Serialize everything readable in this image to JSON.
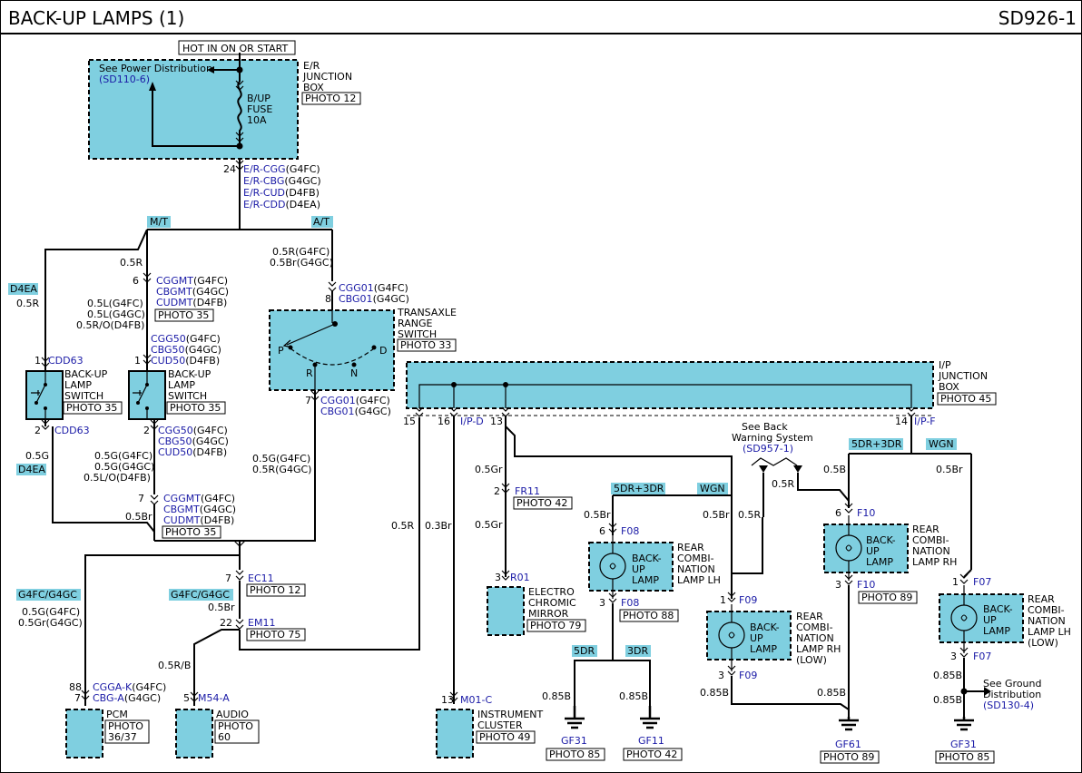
{
  "title": "BACK-UP LAMPS (1)",
  "code": "SD926-1",
  "er_box": {
    "hot_label": "HOT IN ON OR START",
    "see_power": "See Power Distribution",
    "see_power_ref": "(SD110-6)",
    "name": [
      "E/R",
      "JUNCTION",
      "BOX"
    ],
    "photo": "PHOTO 12",
    "fuse": [
      "B/UP",
      "FUSE",
      "10A"
    ],
    "pin": "24",
    "connectors": [
      {
        "code": "E/R-CGG",
        "var": "(G4FC)"
      },
      {
        "code": "E/R-CBG",
        "var": "(G4GC)"
      },
      {
        "code": "E/R-CUD",
        "var": "(D4FB)"
      },
      {
        "code": "E/R-CDD",
        "var": "(D4EA)"
      }
    ]
  },
  "tags": {
    "mt": "M/T",
    "at": "A/T",
    "d4ea": "D4EA",
    "d4ea2": "D4EA",
    "g4fc_g4gc": "G4FC/G4GC",
    "g4fc_g4gc2": "G4FC/G4GC",
    "dr5_3dr": "5DR+3DR",
    "wgn": "WGN",
    "dr5_3dr_2": "5DR+3DR",
    "wgn2": "WGN",
    "dr5": "5DR",
    "dr3": "3DR"
  },
  "wires": {
    "r05_a": "0.5R",
    "r05_b": "0.5R",
    "r05_at": "0.5R(G4FC)",
    "br05_at": "0.5Br(G4GC)",
    "l05_1": "0.5L(G4FC)",
    "l05_2": "0.5L(G4GC)",
    "ro05": "0.5R/O(D4FB)",
    "g05_1": "0.5G(G4FC)",
    "g05_2": "0.5G(G4GC)",
    "lo05": "0.5L/O(D4FB)",
    "g05": "0.5G",
    "br05_a": "0.5Br",
    "g05_at": "0.5G(G4FC)",
    "r05_at2": "0.5R(G4GC)",
    "r05_c": "0.5R",
    "br03": "0.3Br",
    "gr05_a": "0.5Gr",
    "gr05_b": "0.5Gr",
    "br05_b": "0.5Br",
    "br05_c": "0.5Br",
    "r05_d": "0.5R",
    "r05_e": "0.5R",
    "b05_a": "0.5B",
    "br05_d": "0.5Br",
    "g05_pcm": "0.5G(G4FC)",
    "gr05_pcm": "0.5Gr(G4GC)",
    "br05_e": "0.5Br",
    "rb05": "0.5R/B",
    "b085_a": "0.85B",
    "b085_b": "0.85B",
    "b085_c": "0.85B",
    "b085_d": "0.85B",
    "b085_e": "0.85B",
    "b085_f": "0.85B"
  },
  "mt_conn": {
    "pin": "6",
    "codes": [
      {
        "c": "CGGMT",
        "v": "(G4FC)"
      },
      {
        "c": "CBGMT",
        "v": "(G4GC)"
      },
      {
        "c": "CUDMT",
        "v": "(D4FB)"
      }
    ],
    "photo": "PHOTO 35"
  },
  "at_conn": {
    "pin": "8",
    "codes": [
      {
        "c": "CGG01",
        "v": "(G4FC)"
      },
      {
        "c": "CBG01",
        "v": "(G4GC)"
      }
    ]
  },
  "tr_switch": {
    "name": [
      "TRANSAXLE",
      "RANGE",
      "SWITCH"
    ],
    "photo": "PHOTO 33",
    "p": "P",
    "r": "R",
    "n": "N",
    "d": "D",
    "pin": "7",
    "codes": [
      {
        "c": "CGG01",
        "v": "(G4FC)"
      },
      {
        "c": "CBG01",
        "v": "(G4GC)"
      }
    ]
  },
  "sw1": {
    "pin_top": "1",
    "code_top": "CDD63",
    "pin_bot": "2",
    "code_bot": "CDD63",
    "name": [
      "BACK-UP",
      "LAMP",
      "SWITCH"
    ],
    "photo": "PHOTO 35"
  },
  "sw2": {
    "pin_top": "1",
    "codes_top": [
      {
        "c": "CGG50",
        "v": "(G4FC)"
      },
      {
        "c": "CBG50",
        "v": "(G4GC)"
      },
      {
        "c": "CUD50",
        "v": "(D4FB)"
      }
    ],
    "pin_bot": "2",
    "codes_bot": [
      {
        "c": "CGG50",
        "v": "(G4FC)"
      },
      {
        "c": "CBG50",
        "v": "(G4GC)"
      },
      {
        "c": "CUD50",
        "v": "(D4FB)"
      }
    ],
    "name": [
      "BACK-UP",
      "LAMP",
      "SWITCH"
    ],
    "photo": "PHOTO 35"
  },
  "mt_conn2": {
    "pin": "7",
    "codes": [
      {
        "c": "CGGMT",
        "v": "(G4FC)"
      },
      {
        "c": "CBGMT",
        "v": "(G4GC)"
      },
      {
        "c": "CUDMT",
        "v": "(D4FB)"
      }
    ],
    "photo": "PHOTO 35"
  },
  "ec11": {
    "pin": "7",
    "code": "EC11",
    "photo": "PHOTO 12"
  },
  "em11": {
    "pin": "22",
    "code": "EM11",
    "photo": "PHOTO 75"
  },
  "pcm": {
    "pin1": "88",
    "pin2": "7",
    "code1": "CGGA-K",
    "var1": "(G4FC)",
    "code2": "CBG-A",
    "var2": "(G4GC)",
    "name": "PCM",
    "photo": [
      "PHOTO",
      "36/37"
    ]
  },
  "audio": {
    "pin": "5",
    "code": "M54-A",
    "name": "AUDIO",
    "photo": [
      "PHOTO",
      "60"
    ]
  },
  "cluster": {
    "pin": "13",
    "code": "M01-C",
    "name": [
      "INSTRUMENT",
      "CLUSTER"
    ],
    "photo": "PHOTO 49"
  },
  "ip_box": {
    "name": [
      "I/P",
      "JUNCTION",
      "BOX"
    ],
    "photo": "PHOTO 45",
    "pins": [
      "15",
      "16",
      "13",
      "14"
    ],
    "code_d": "I/P-D",
    "code_f": "I/P-F"
  },
  "mirror": {
    "pin_fr": "2",
    "code_fr": "FR11",
    "photo_fr": "PHOTO 42",
    "pin": "3",
    "code": "R01",
    "name": [
      "ELECTRO",
      "CHROMIC",
      "MIRROR"
    ],
    "photo": "PHOTO 79"
  },
  "lamp_lh": {
    "pin_top": "6",
    "code_top": "F08",
    "pin_bot": "3",
    "code_bot": "F08",
    "label": [
      "BACK-",
      "UP",
      "LAMP"
    ],
    "name": [
      "REAR",
      "COMBI-",
      "NATION",
      "LAMP LH"
    ],
    "photo": "PHOTO 88"
  },
  "see_back": {
    "text": [
      "See Back",
      "Warning System"
    ],
    "ref": "(SD957-1)"
  },
  "lamp_rh_low": {
    "pin_top": "1",
    "code_top": "F09",
    "pin_bot": "3",
    "code_bot": "F09",
    "label": [
      "BACK-",
      "UP",
      "LAMP"
    ],
    "name": [
      "REAR",
      "COMBI-",
      "NATION",
      "LAMP RH",
      "(LOW)"
    ]
  },
  "lamp_rh": {
    "pin_top": "6",
    "code_top": "F10",
    "pin_bot": "3",
    "code_bot": "F10",
    "label": [
      "BACK-",
      "UP",
      "LAMP"
    ],
    "name": [
      "REAR",
      "COMBI-",
      "NATION",
      "LAMP RH"
    ],
    "photo": "PHOTO 89"
  },
  "lamp_lh_low": {
    "pin_top": "1",
    "code_top": "F07",
    "pin_bot": "3",
    "code_bot": "F07",
    "label": [
      "BACK-",
      "UP",
      "LAMP"
    ],
    "name": [
      "REAR",
      "COMBI-",
      "NATION",
      "LAMP LH",
      "(LOW)"
    ]
  },
  "see_ground": {
    "text": [
      "See Ground",
      "Distribution"
    ],
    "ref": "(SD130-4)"
  },
  "grounds": [
    {
      "code": "GF31",
      "photo": "PHOTO 85"
    },
    {
      "code": "GF11",
      "photo": "PHOTO 42"
    },
    {
      "code": "GF61",
      "photo": "PHOTO 89"
    },
    {
      "code": "GF31",
      "photo": "PHOTO 85"
    }
  ]
}
